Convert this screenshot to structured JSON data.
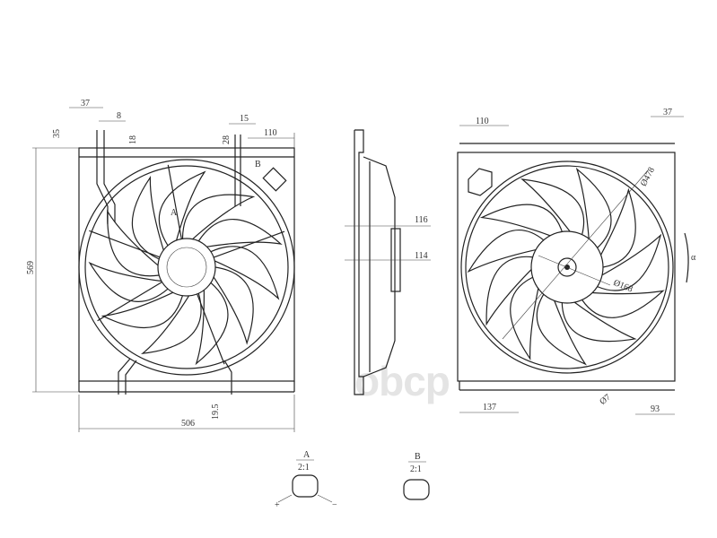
{
  "watermark": "obcp",
  "front_view": {
    "dims": {
      "d37": "37",
      "d8": "8",
      "d35": "35",
      "d18": "18",
      "d15": "15",
      "d28": "28",
      "d110": "110",
      "height": "569",
      "width": "506",
      "d19_5": "19.5"
    },
    "label_a": "A",
    "label_b": "B"
  },
  "side_view": {
    "dims": {
      "d116": "116",
      "d114": "114"
    }
  },
  "rear_view": {
    "dims": {
      "d110": "110",
      "d37": "37",
      "fan_dia": "Ø478",
      "hub_dia": "Ø168",
      "hole_dia": "Ø7",
      "d137": "137",
      "d93": "93",
      "rotation": "α"
    },
    "blade_count": 11
  },
  "details": [
    {
      "label": "A",
      "scale": "2:1",
      "plus": "+",
      "minus": "−"
    },
    {
      "label": "B",
      "scale": "2:1"
    }
  ]
}
